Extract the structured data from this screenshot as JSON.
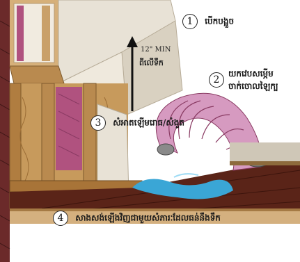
{
  "callouts": [
    {
      "number": "1",
      "text": "បើកបង្អួច"
    },
    {
      "number": "2",
      "text_lines": [
        "យកវេបសម្ភើម",
        "ចាក់ចោលឡៃក្ប"
      ]
    },
    {
      "number": "3",
      "text": "សំអាតឡើមរោធ/សំងួត"
    },
    {
      "number": "4",
      "text": "សាងសង់ឡើងវិញជាមួយសំភារៈដែលធន់នឹងទឹក"
    }
  ],
  "measurement": {
    "value": "12\" MIN",
    "caption": "ពីលើទឹក"
  },
  "colors": {
    "siding": "#6b2a2a",
    "wood_frame": "#c79a5c",
    "insulation": "#b0527f",
    "drywall": "#e8e2d6",
    "floor": "#5a2418",
    "water": "#3aa6d6",
    "duct_insulation": "#d69ac0"
  },
  "icons": [
    "up-arrow-icon"
  ]
}
